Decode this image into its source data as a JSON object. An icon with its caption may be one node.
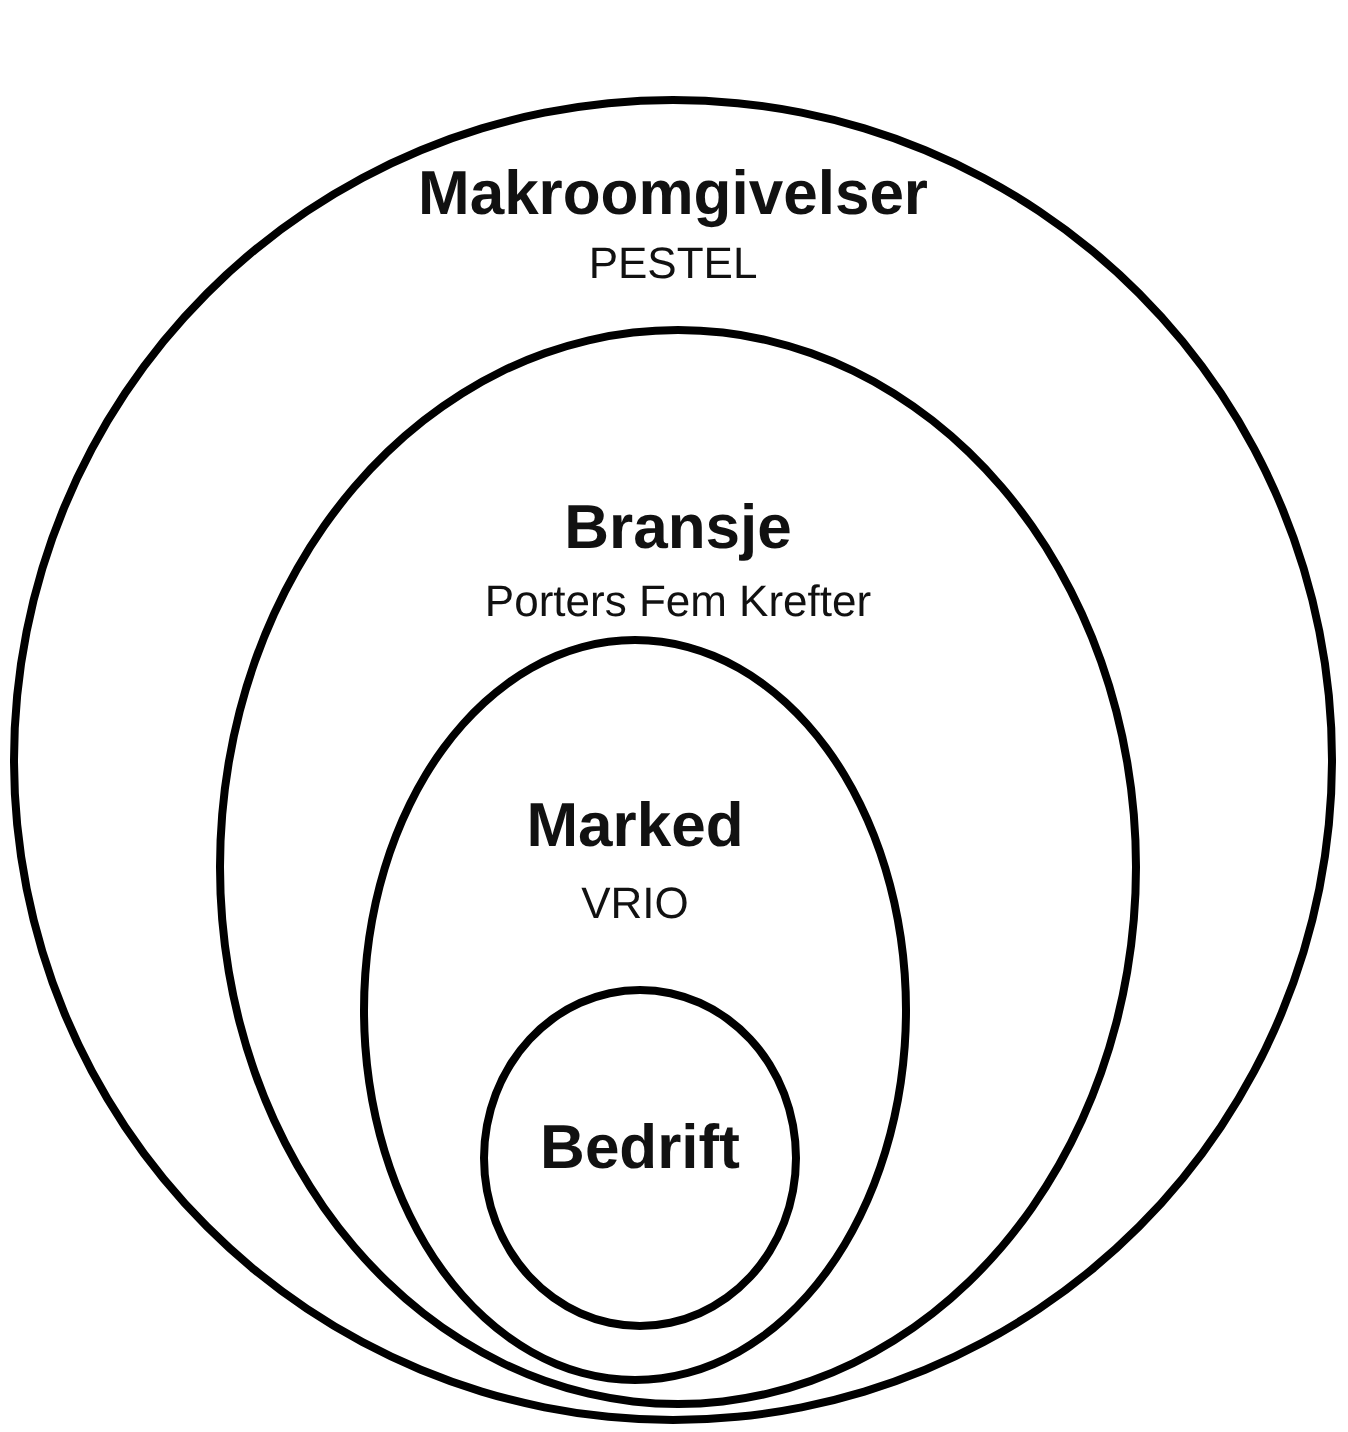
{
  "diagram": {
    "nodes": [
      {
        "text": [
          "Makroomgivelser",
          "PESTEL"
        ]
      },
      {
        "text": [
          "Bransje",
          "Porters Fem Krefter"
        ],
        "in": 0
      },
      {
        "text": [
          "Marked",
          "VRIO"
        ],
        "in": 1
      },
      {
        "text": [
          "Bedrift"
        ],
        "in": 2
      }
    ]
  }
}
